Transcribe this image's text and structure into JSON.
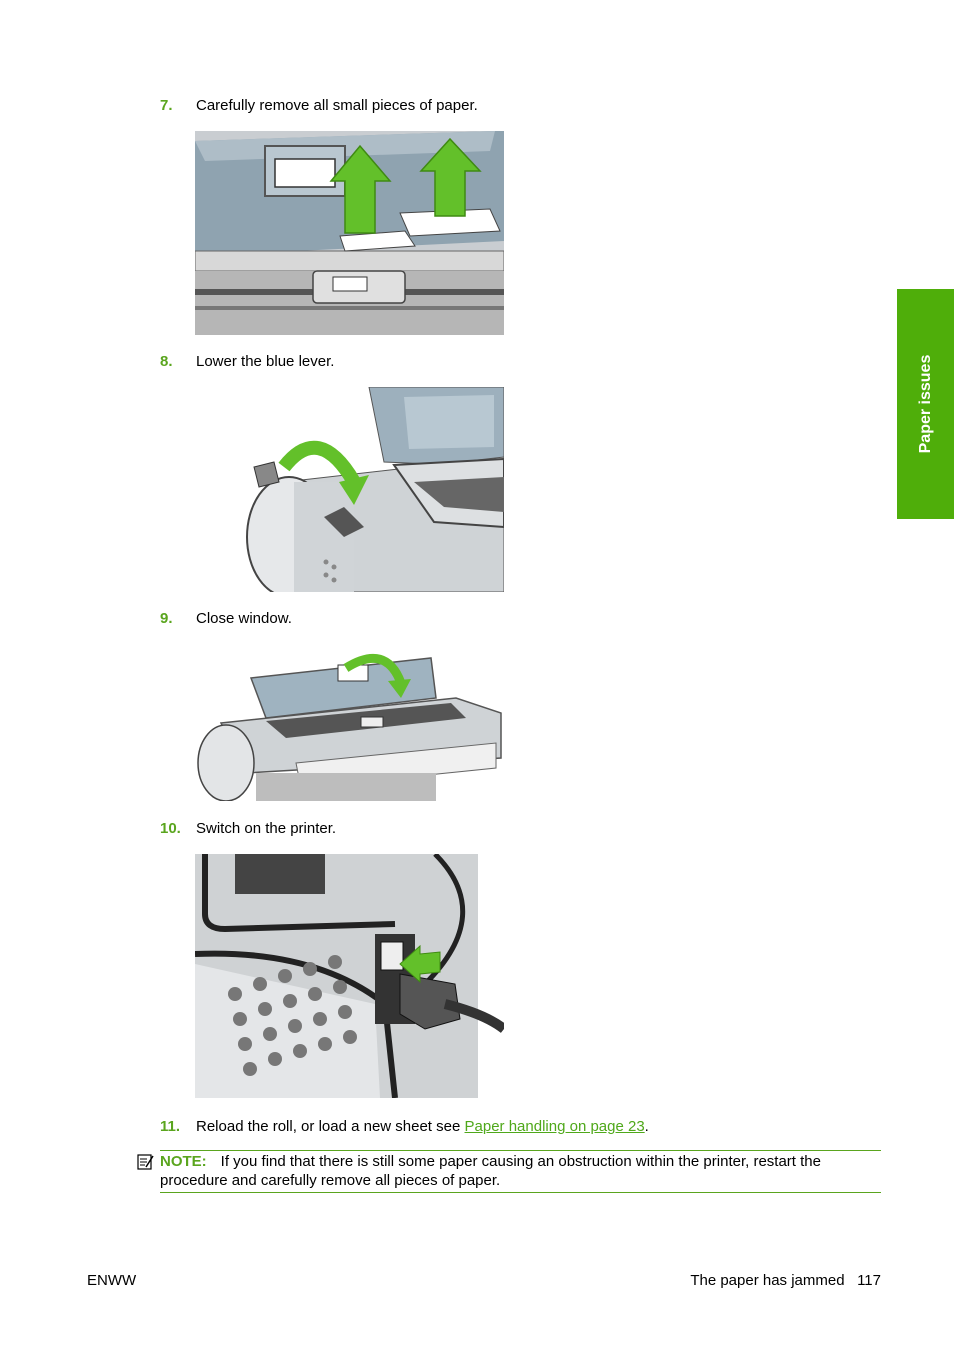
{
  "steps": [
    {
      "number": "7.",
      "text": "Carefully remove all small pieces of paper."
    },
    {
      "number": "8.",
      "text": "Lower the blue lever."
    },
    {
      "number": "9.",
      "text": "Close window."
    },
    {
      "number": "10.",
      "text": "Switch on the printer."
    },
    {
      "number": "11.",
      "text": "Reload the roll, or load a new sheet see",
      "link": "Paper handling on page 23",
      "after": "."
    }
  ],
  "note": {
    "label": "NOTE:",
    "text": "If you find that there is still some paper causing an obstruction within the printer, restart the procedure and carefully remove all pieces of paper."
  },
  "side_tab": "Paper issues",
  "footer": {
    "left": "ENWW",
    "right": "The paper has jammed",
    "page": "117"
  },
  "colors": {
    "accent": "#5aa51e",
    "tab": "#4fae0a",
    "arrow": "#63c02a"
  }
}
